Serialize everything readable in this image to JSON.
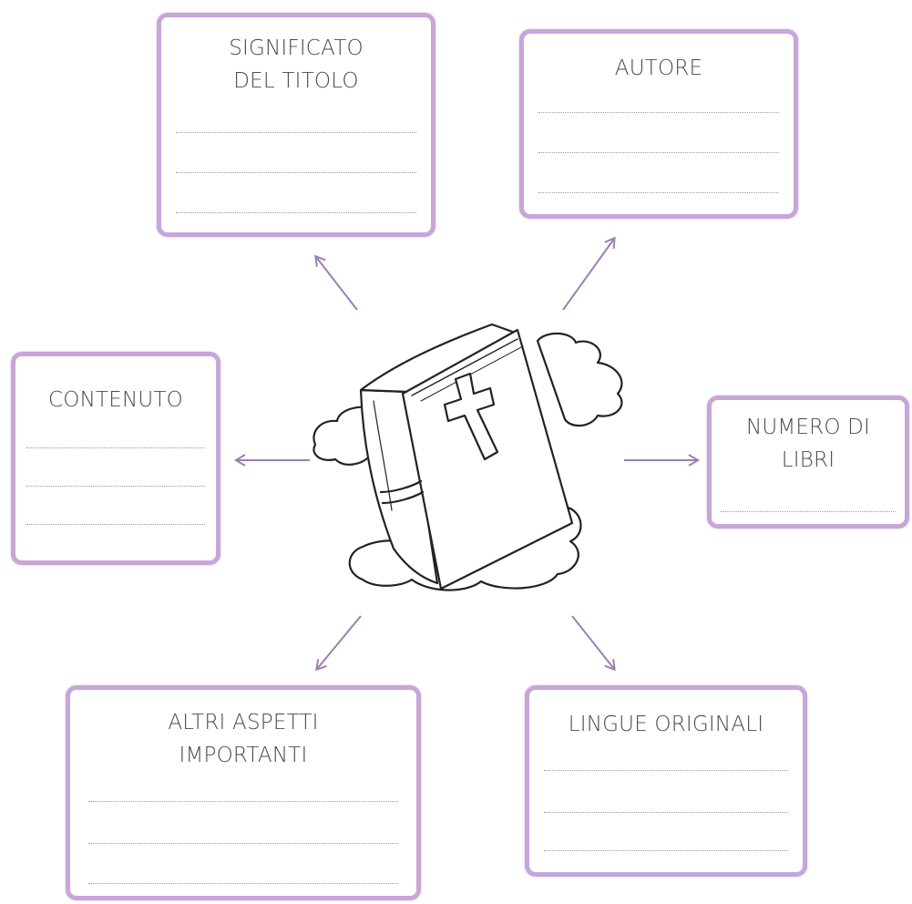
{
  "diagram": {
    "center": {
      "icon": "bible-with-cross-on-cloud-icon"
    },
    "accent_color": "#c7a6d8",
    "arrow_color": "#9b7fb5",
    "boxes": {
      "significato": {
        "label": "SIGNIFICATO\nDEL TITOLO"
      },
      "autore": {
        "label": "AUTORE"
      },
      "contenuto": {
        "label": "CONTENUTO"
      },
      "numero": {
        "label": "NUMERO DI\nLIBRI"
      },
      "altri": {
        "label": "ALTRI ASPETTI\nIMPORTANTI"
      },
      "lingue": {
        "label": "LINGUE ORIGINALI"
      }
    }
  }
}
